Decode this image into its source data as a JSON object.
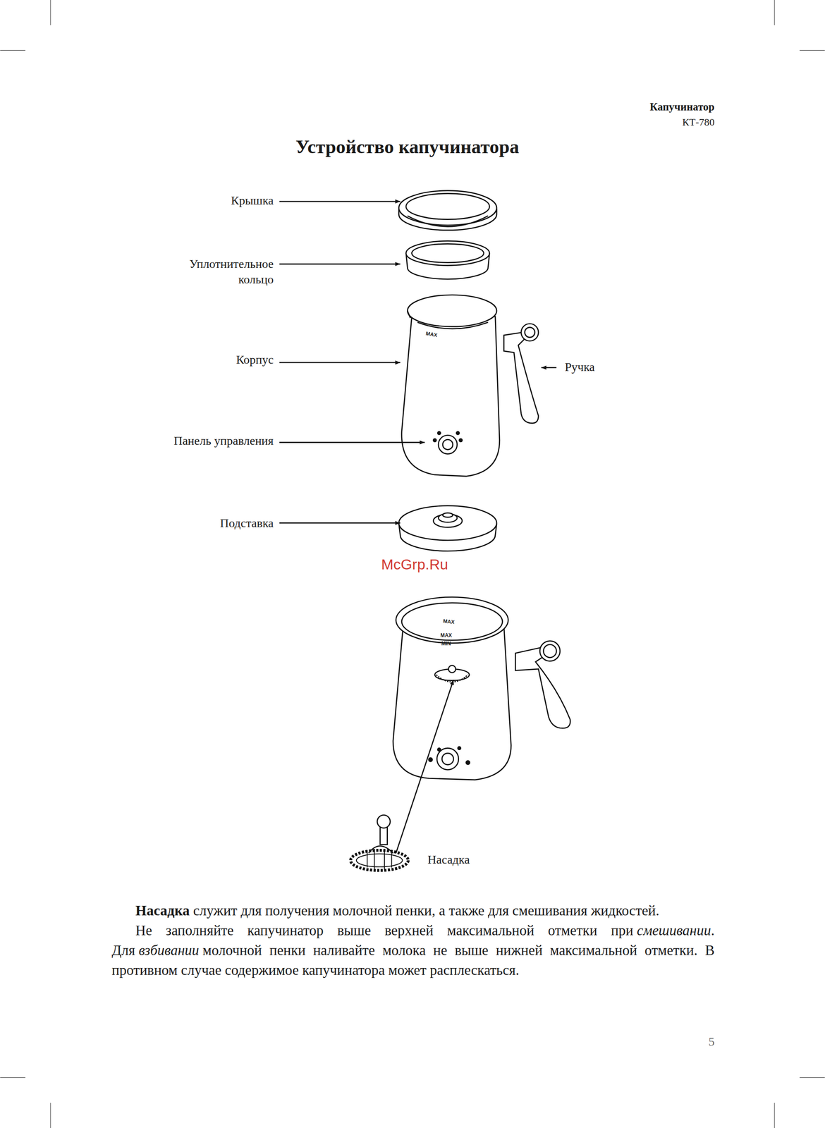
{
  "diagram": {
    "title": "Устройство капучинатора",
    "labels": [
      "Капучинатор",
      "КТ-780",
      "Крышка",
      "Уплотнительное кольцо",
      "Корпус",
      "Ручка",
      "MAX",
      "Панель управления",
      "Подставка",
      "McGrp.Ru",
      "MAX",
      "MAX",
      "MIN",
      "Насадка",
      "Насадка",
      "служит для получения молочной пенки, а также для смешивания жидкостей.",
      "Не заполняйте капучинатор выше верхней максимальной отметки при",
      "смешивании",
      ". Для",
      "взбивании",
      "молочной пенки наливайте молока не выше нижней максимальной отметки. В противном случае содержимое капучинатора может расплескаться.",
      "5"
    ]
  }
}
